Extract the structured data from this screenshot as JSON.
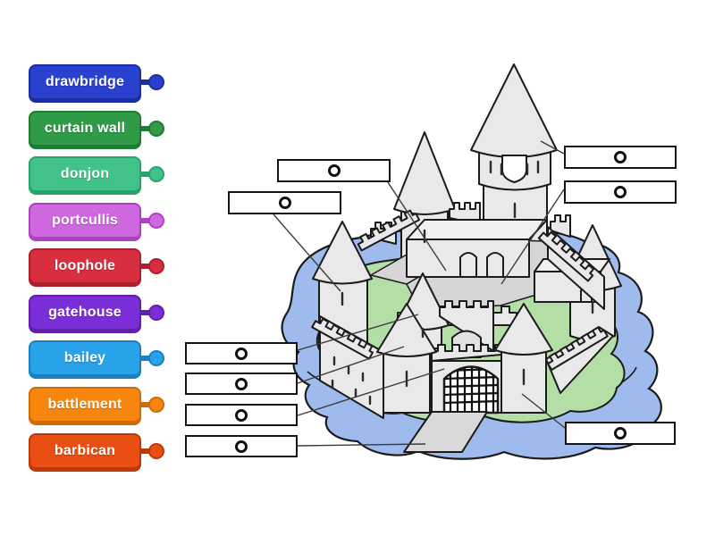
{
  "activity": {
    "kind": "labelled-diagram",
    "subject": "parts of a medieval castle"
  },
  "word_bank": {
    "items": [
      {
        "id": "drawbridge",
        "label": "drawbridge",
        "color": "#2a41cf",
        "border": "#1d2f9e"
      },
      {
        "id": "curtain-wall",
        "label": "curtain wall",
        "color": "#2f9a47",
        "border": "#1f7c33"
      },
      {
        "id": "donjon",
        "label": "donjon",
        "color": "#41c289",
        "border": "#2aa46e"
      },
      {
        "id": "portcullis",
        "label": "portcullis",
        "color": "#cd68de",
        "border": "#b03fc4"
      },
      {
        "id": "loophole",
        "label": "loophole",
        "color": "#d72f3f",
        "border": "#ad1f2d"
      },
      {
        "id": "gatehouse",
        "label": "gatehouse",
        "color": "#7b2ed8",
        "border": "#6120ab"
      },
      {
        "id": "bailey",
        "label": "bailey",
        "color": "#28a2e9",
        "border": "#1a80c2"
      },
      {
        "id": "battlement",
        "label": "battlement",
        "color": "#f6860e",
        "border": "#d16c04"
      },
      {
        "id": "barbican",
        "label": "barbican",
        "color": "#e94e12",
        "border": "#bd3a08"
      }
    ]
  },
  "answer_slots": {
    "count": 9,
    "items": [
      {
        "id": "slot-1",
        "value": ""
      },
      {
        "id": "slot-2",
        "value": ""
      },
      {
        "id": "slot-3",
        "value": ""
      },
      {
        "id": "slot-4",
        "value": ""
      },
      {
        "id": "slot-5",
        "value": ""
      },
      {
        "id": "slot-6",
        "value": ""
      },
      {
        "id": "slot-7",
        "value": ""
      },
      {
        "id": "slot-8",
        "value": ""
      },
      {
        "id": "slot-9",
        "value": ""
      }
    ]
  },
  "diagram": {
    "scene": "castle on an island surrounded by a moat",
    "features_depicted": [
      "moat water",
      "grass island",
      "central keep with shield emblem",
      "conical towers",
      "crenellated battlement walkways",
      "gatehouse with portcullis grid",
      "drawbridge ramp",
      "arrow-slit loopholes"
    ],
    "colors": {
      "water": "#9fbbee",
      "grass": "#b3dea6",
      "stone": "#e9e9e9",
      "stone_shade": "#d6d6d6",
      "outline": "#1b1b1b"
    }
  }
}
